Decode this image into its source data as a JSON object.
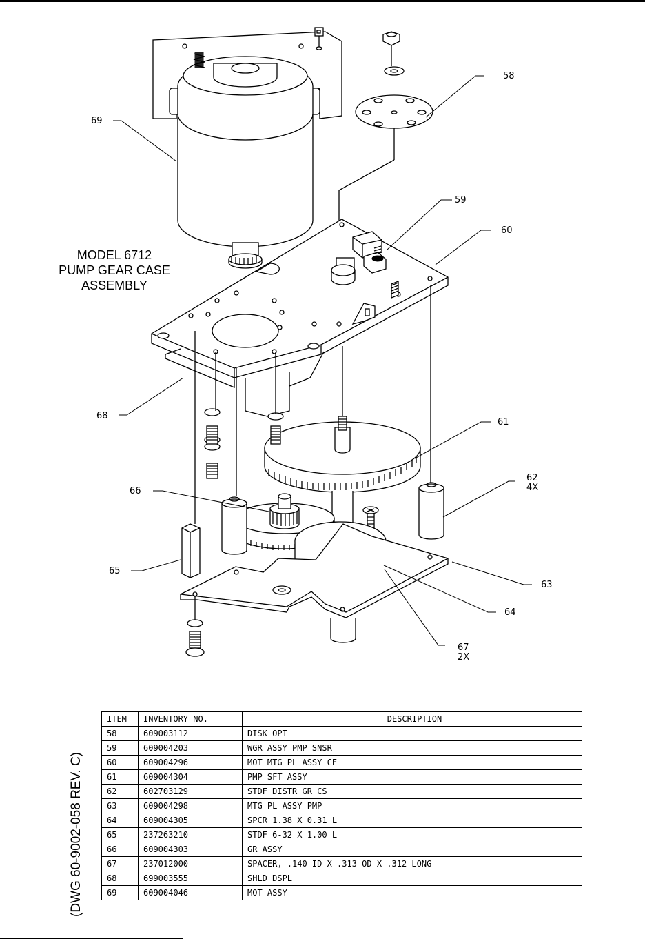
{
  "title": {
    "line1": "MODEL 6712",
    "line2": "PUMP GEAR CASE",
    "line3": "ASSEMBLY"
  },
  "callouts": [
    {
      "id": "58",
      "qty": ""
    },
    {
      "id": "59",
      "qty": ""
    },
    {
      "id": "60",
      "qty": ""
    },
    {
      "id": "61",
      "qty": ""
    },
    {
      "id": "62",
      "qty": "4X"
    },
    {
      "id": "63",
      "qty": ""
    },
    {
      "id": "64",
      "qty": ""
    },
    {
      "id": "65",
      "qty": ""
    },
    {
      "id": "66",
      "qty": ""
    },
    {
      "id": "67",
      "qty": "2X"
    },
    {
      "id": "68",
      "qty": ""
    },
    {
      "id": "69",
      "qty": ""
    }
  ],
  "drawing_number": "(DWG 60-9002-058 REV. C)",
  "table": {
    "headers": {
      "item": "ITEM",
      "inventory": "INVENTORY NO.",
      "description": "DESCRIPTION"
    },
    "rows": [
      {
        "item": "58",
        "inventory": "609003112",
        "description": "DISK OPT"
      },
      {
        "item": "59",
        "inventory": "609004203",
        "description": "WGR ASSY PMP SNSR"
      },
      {
        "item": "60",
        "inventory": "609004296",
        "description": "MOT MTG PL ASSY CE"
      },
      {
        "item": "61",
        "inventory": "609004304",
        "description": "PMP SFT ASSY"
      },
      {
        "item": "62",
        "inventory": "602703129",
        "description": "STDF DISTR GR CS"
      },
      {
        "item": "63",
        "inventory": "609004298",
        "description": "MTG PL ASSY PMP"
      },
      {
        "item": "64",
        "inventory": "609004305",
        "description": "SPCR 1.38 X 0.31 L"
      },
      {
        "item": "65",
        "inventory": "237263210",
        "description": "STDF 6-32 X 1.00 L"
      },
      {
        "item": "66",
        "inventory": "609004303",
        "description": "GR ASSY"
      },
      {
        "item": "67",
        "inventory": "237012000",
        "description": "SPACER, .140 ID X .313 OD X .312 LONG"
      },
      {
        "item": "68",
        "inventory": "699003555",
        "description": "SHLD DSPL"
      },
      {
        "item": "69",
        "inventory": "609004046",
        "description": "MOT ASSY"
      }
    ]
  }
}
